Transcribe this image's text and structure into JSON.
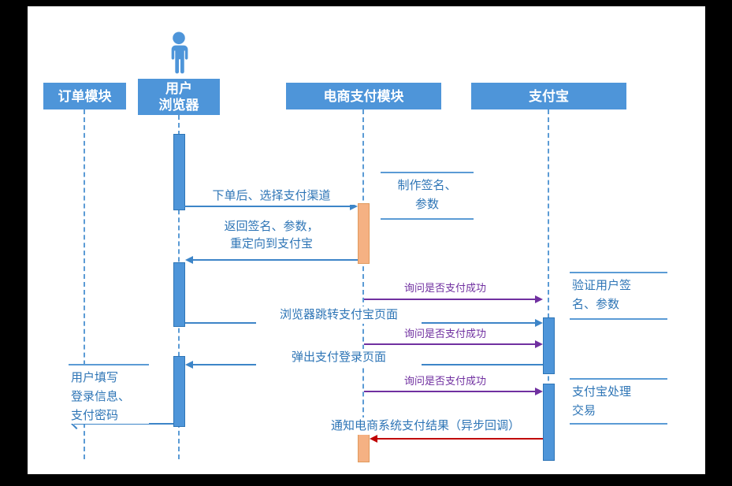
{
  "diagram": {
    "actors": [
      {
        "label": "订单模块"
      },
      {
        "label": "用户\n浏览器"
      },
      {
        "label": "电商支付模块"
      },
      {
        "label": "支付宝"
      }
    ],
    "messages": [
      {
        "label": "下单后、选择支付渠道"
      },
      {
        "label": "返回签名、参数，\n重定向到支付宝"
      },
      {
        "label": "询问是否支付成功"
      },
      {
        "label": "浏览器跳转支付宝页面"
      },
      {
        "label": "询问是否支付成功"
      },
      {
        "label": "弹出支付登录页面"
      },
      {
        "label": "询问是否支付成功"
      },
      {
        "label": "通知电商系统支付结果（异步回调）"
      }
    ],
    "notes": [
      {
        "lines": [
          "制作签名、",
          "参数"
        ]
      },
      {
        "lines": [
          "验证用户签",
          "名、参数"
        ]
      },
      {
        "lines": [
          "用户填写",
          "登录信息、",
          "支付密码"
        ]
      },
      {
        "lines": [
          "支付宝处理",
          "交易"
        ]
      }
    ],
    "colors": {
      "actor_fill": "#4e95d9",
      "lifeline": "#5b9bd5",
      "message_blue": "#3d85c8",
      "label_text": "#2e75b6",
      "activation_orange": "#f5b183",
      "query_purple": "#7030a0",
      "callback_red": "#c00000",
      "frame_background": "#000000",
      "canvas_background": "#ffffff"
    }
  }
}
